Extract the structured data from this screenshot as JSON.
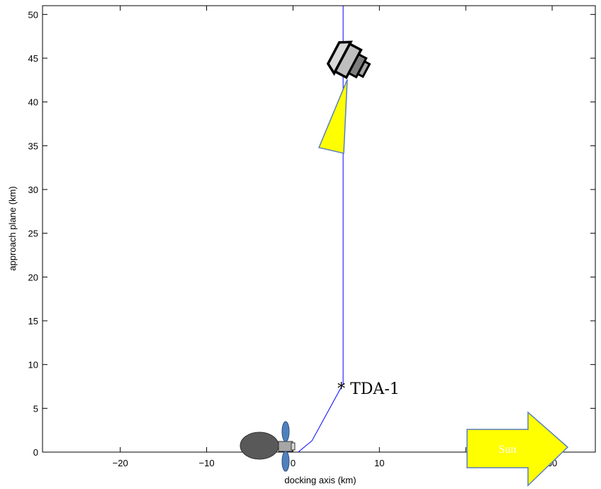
{
  "chart_data": {
    "type": "line",
    "title": "",
    "xlabel": "docking axis (km)",
    "ylabel": "approach plane (km)",
    "xlim": [
      -29,
      35
    ],
    "ylim": [
      0,
      51
    ],
    "xticks": [
      -20,
      -10,
      0,
      10,
      20,
      30
    ],
    "xtick_labels": [
      "−20",
      "−10",
      "0",
      "10",
      "",
      "30"
    ],
    "yticks": [
      0,
      5,
      10,
      15,
      20,
      25,
      30,
      35,
      40,
      45,
      50
    ],
    "yticks_labels": [
      "0",
      "5",
      "10",
      "15",
      "20",
      "25",
      "30",
      "35",
      "40",
      "45",
      "50"
    ],
    "grid": false,
    "series": [
      {
        "color": "#0000ff",
        "x": [
          0.6,
          2.2,
          5.8,
          5.8,
          5.8
        ],
        "y": [
          0,
          1.3,
          7.8,
          45,
          51
        ]
      }
    ],
    "annotations": [
      {
        "label": "* TDA-1",
        "x": 5.8,
        "y": 7.8
      }
    ],
    "callouts": {
      "sun_label": "Sun",
      "sun_color": "#ffff00",
      "beam_color": "#ffff00",
      "outline_color": "#5b7fbd"
    },
    "icons": [
      "target-spacecraft-icon",
      "chaser-spacecraft-icon",
      "sensor-beam-icon",
      "sun-arrow-icon"
    ]
  }
}
